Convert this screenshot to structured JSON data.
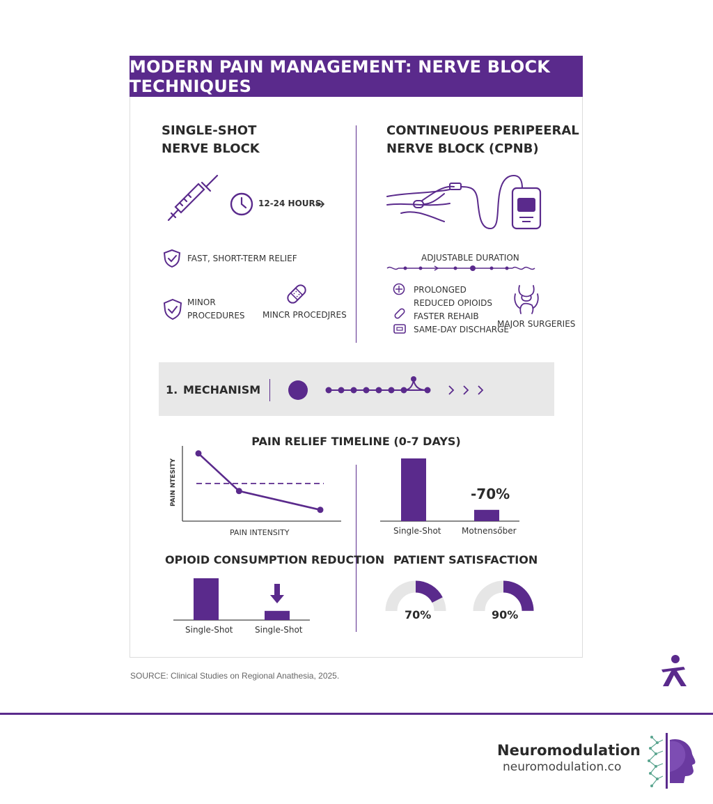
{
  "title": "MODERN PAIN MANAGEMENT: NERVE BLOCK TECHNIQUES",
  "single_shot": {
    "heading_line1": "SINGLE-SHOT",
    "heading_line2": "NERVE BLOCK",
    "duration": "12-24 HOURS",
    "benefit": "FAST, SHORT-TERM RELIEF",
    "use_line1": "MINOR",
    "use_line2": "PROCEDURES",
    "use_alt": "MINCR PROCEDJRES"
  },
  "cpnb": {
    "heading_line1": "CONTINEUOUS PERIPEERAL",
    "heading_line2": "NERVE BLOCK (CPNB)",
    "duration_label": "ADJUSTABLE DURATION",
    "benefits": [
      "PROLONGED",
      "REDUCED OPIOIDS",
      "FASTER REHAIB",
      "SAME-DAY DISCHARGE"
    ],
    "use": "MAJOR SURGERIES"
  },
  "mechanism": {
    "number": "1.",
    "label": "MECHANISM"
  },
  "timeline": {
    "title": "PAIN RELIEF TIMELINE (0-7 DAYS)",
    "ylabel": "PAIN NTESITY",
    "xlabel": "PAIN INTENSITY"
  },
  "opioid_title": "OPIOID CONSUMPTION REDUCTION",
  "satisfaction_title": "PATIENT SATISFACTION",
  "source": "SOURCE: Clinical Studies on Regional Anathesia, 2025.",
  "brand": {
    "name": "Neuromodulation",
    "url": "neuromodulation.co"
  },
  "colors": {
    "accent": "#5a2a8c",
    "panel": "#e8e8e8",
    "ring_track": "#e6e6e6"
  },
  "icons": [
    "syringe-icon",
    "clock-icon",
    "arrow-right-icon",
    "shield-check-icon",
    "bandage-icon",
    "catheter-icon",
    "infusion-pump-icon",
    "pill-icon",
    "knee-joint-icon",
    "brain-network-icon"
  ],
  "chart_data": [
    {
      "type": "line",
      "title": "PAIN RELIEF TIMELINE (0-7 DAYS)",
      "ylabel": "PAIN NTESITY",
      "xlabel": "PAIN INTENSITY",
      "x": [
        0,
        1,
        3
      ],
      "values": [
        9,
        4,
        1.5
      ],
      "reference": 5,
      "ylim": [
        0,
        10
      ]
    },
    {
      "type": "bar",
      "categories": [
        "Single-Shot",
        "Motnensőber"
      ],
      "values": [
        100,
        18
      ],
      "annotation": "-70%",
      "ylim": [
        0,
        100
      ]
    },
    {
      "type": "bar",
      "title": "OPIOID CONSUMPTION REDUCTION",
      "categories": [
        "Single-Shot",
        "Single-Shot"
      ],
      "values": [
        100,
        22
      ],
      "ylim": [
        0,
        100
      ]
    },
    {
      "type": "pie",
      "title": "PATIENT SATISFACTION",
      "categories": [
        "70%",
        "90%"
      ],
      "values": [
        70,
        90
      ]
    }
  ]
}
